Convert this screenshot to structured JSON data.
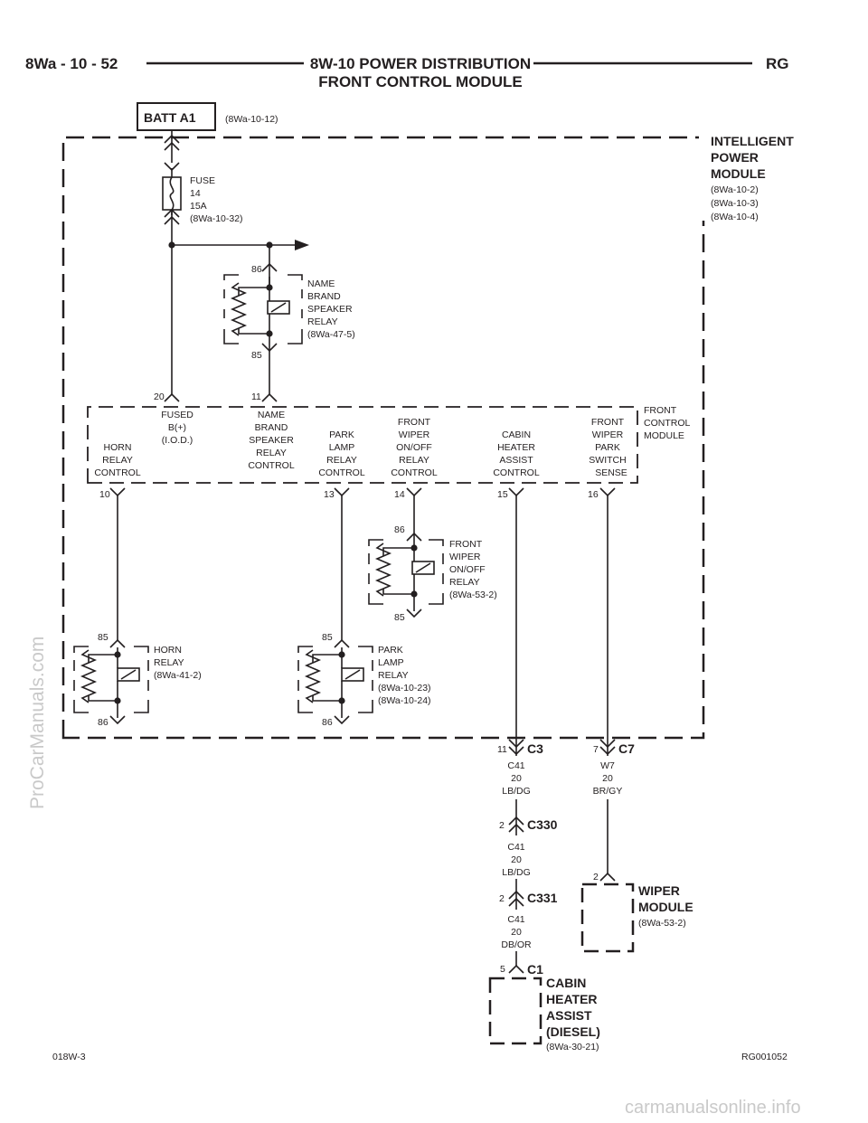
{
  "header": {
    "page_ref": "8Wa - 10 - 52",
    "title_line1": "8W-10 POWER DISTRIBUTION",
    "title_line2": "FRONT CONTROL MODULE",
    "model": "RG"
  },
  "batt": {
    "label": "BATT A1",
    "ref": "(8Wa-10-12)"
  },
  "ipm": {
    "name": [
      "INTELLIGENT",
      "POWER",
      "MODULE"
    ],
    "refs": [
      "(8Wa-10-2)",
      "(8Wa-10-3)",
      "(8Wa-10-4)"
    ]
  },
  "fuse": {
    "lines": [
      "FUSE",
      "14",
      "15A",
      "(8Wa-10-32)"
    ]
  },
  "name_brand_relay": {
    "lines": [
      "NAME",
      "BRAND",
      "SPEAKER",
      "RELAY",
      "(8Wa-47-5)"
    ],
    "pin_top": "86",
    "pin_bottom": "85"
  },
  "fcm": {
    "name": [
      "FRONT",
      "CONTROL",
      "MODULE"
    ],
    "pins": [
      {
        "num": "20",
        "label": [
          "FUSED",
          "B(+)",
          "(I.O.D.)"
        ]
      },
      {
        "num": "11",
        "label": [
          "NAME",
          "BRAND",
          "SPEAKER",
          "RELAY",
          "CONTROL"
        ]
      },
      {
        "num": "10",
        "label": [
          "HORN",
          "RELAY",
          "CONTROL"
        ]
      },
      {
        "num": "13",
        "label": [
          "PARK",
          "LAMP",
          "RELAY",
          "CONTROL"
        ]
      },
      {
        "num": "14",
        "label": [
          "FRONT",
          "WIPER",
          "ON/OFF",
          "RELAY",
          "CONTROL"
        ]
      },
      {
        "num": "15",
        "label": [
          "CABIN",
          "HEATER",
          "ASSIST",
          "CONTROL"
        ]
      },
      {
        "num": "16",
        "label": [
          "FRONT",
          "WIPER",
          "PARK",
          "SWITCH",
          "SENSE"
        ]
      }
    ]
  },
  "wiper_onoff_relay": {
    "lines": [
      "FRONT",
      "WIPER",
      "ON/OFF",
      "RELAY",
      "(8Wa-53-2)"
    ],
    "pin_top": "86",
    "pin_bottom": "85"
  },
  "horn_relay": {
    "lines": [
      "HORN",
      "RELAY",
      "(8Wa-41-2)"
    ],
    "pin_top": "85",
    "pin_bottom": "86"
  },
  "park_relay": {
    "lines": [
      "PARK",
      "LAMP",
      "RELAY",
      "(8Wa-10-23)",
      "(8Wa-10-24)"
    ],
    "pin_top": "85",
    "pin_bottom": "86"
  },
  "connectors": {
    "c3": {
      "name": "C3",
      "pin": "11"
    },
    "c7": {
      "name": "C7",
      "pin": "7"
    },
    "c330": {
      "name": "C330",
      "pin": "2"
    },
    "c331": {
      "name": "C331",
      "pin": "2"
    },
    "c1": {
      "name": "C1",
      "pin": "5"
    },
    "wiper_pin": "2"
  },
  "wires": {
    "w1": [
      "C41",
      "20",
      "LB/DG"
    ],
    "w2": [
      "W7",
      "20",
      "BR/GY"
    ],
    "w3": [
      "C41",
      "20",
      "LB/DG"
    ],
    "w4": [
      "C41",
      "20",
      "DB/OR"
    ]
  },
  "wiper_module": {
    "name": [
      "WIPER",
      "MODULE"
    ],
    "ref": "(8Wa-53-2)"
  },
  "cabin_heater": {
    "name": [
      "CABIN",
      "HEATER",
      "ASSIST",
      "(DIESEL)"
    ],
    "ref": "(8Wa-30-21)"
  },
  "footer": {
    "left": "018W-3",
    "right": "RG001052"
  },
  "watermarks": {
    "side": "ProCarManuals.com",
    "bottom": "carmanualsonline.info"
  }
}
